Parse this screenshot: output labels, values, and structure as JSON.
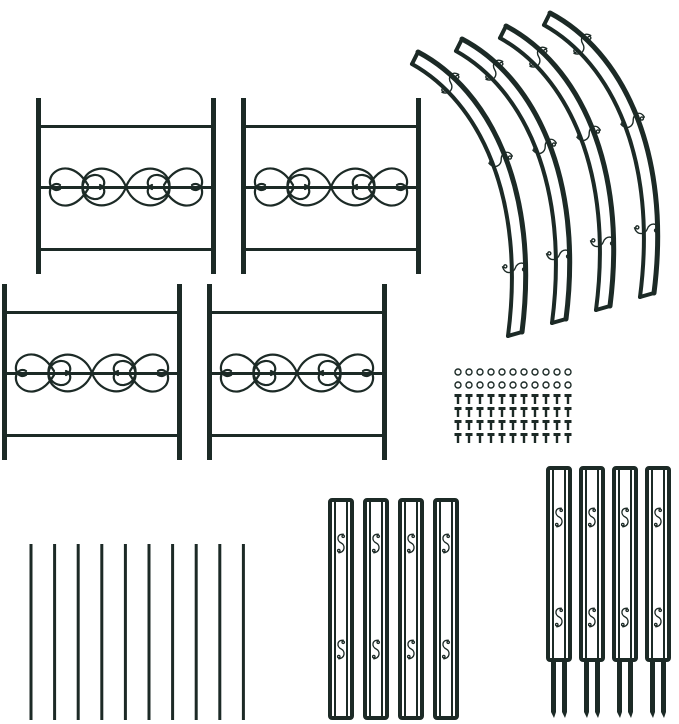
{
  "image": {
    "kind": "product-parts-photo",
    "background": "#ffffff",
    "metal_color": "#1c2a26",
    "hole_color": "#ffffff"
  },
  "parts": {
    "scroll_panels": {
      "count": 4
    },
    "curved_arch_bars": {
      "count": 4
    },
    "hardware_screws": {
      "rows": 6,
      "columns": 11
    },
    "straight_rods": {
      "count": 10
    },
    "short_side_posts": {
      "count": 4
    },
    "tall_side_posts": {
      "count": 4
    }
  }
}
